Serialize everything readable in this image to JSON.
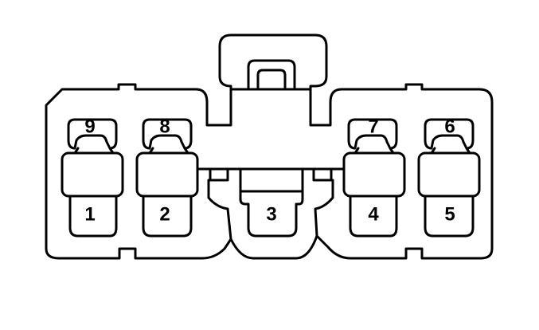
{
  "diagram": {
    "pins": {
      "p1": "1",
      "p2": "2",
      "p3": "3",
      "p4": "4",
      "p5": "5",
      "p6": "6",
      "p7": "7",
      "p8": "8",
      "p9": "9"
    }
  }
}
